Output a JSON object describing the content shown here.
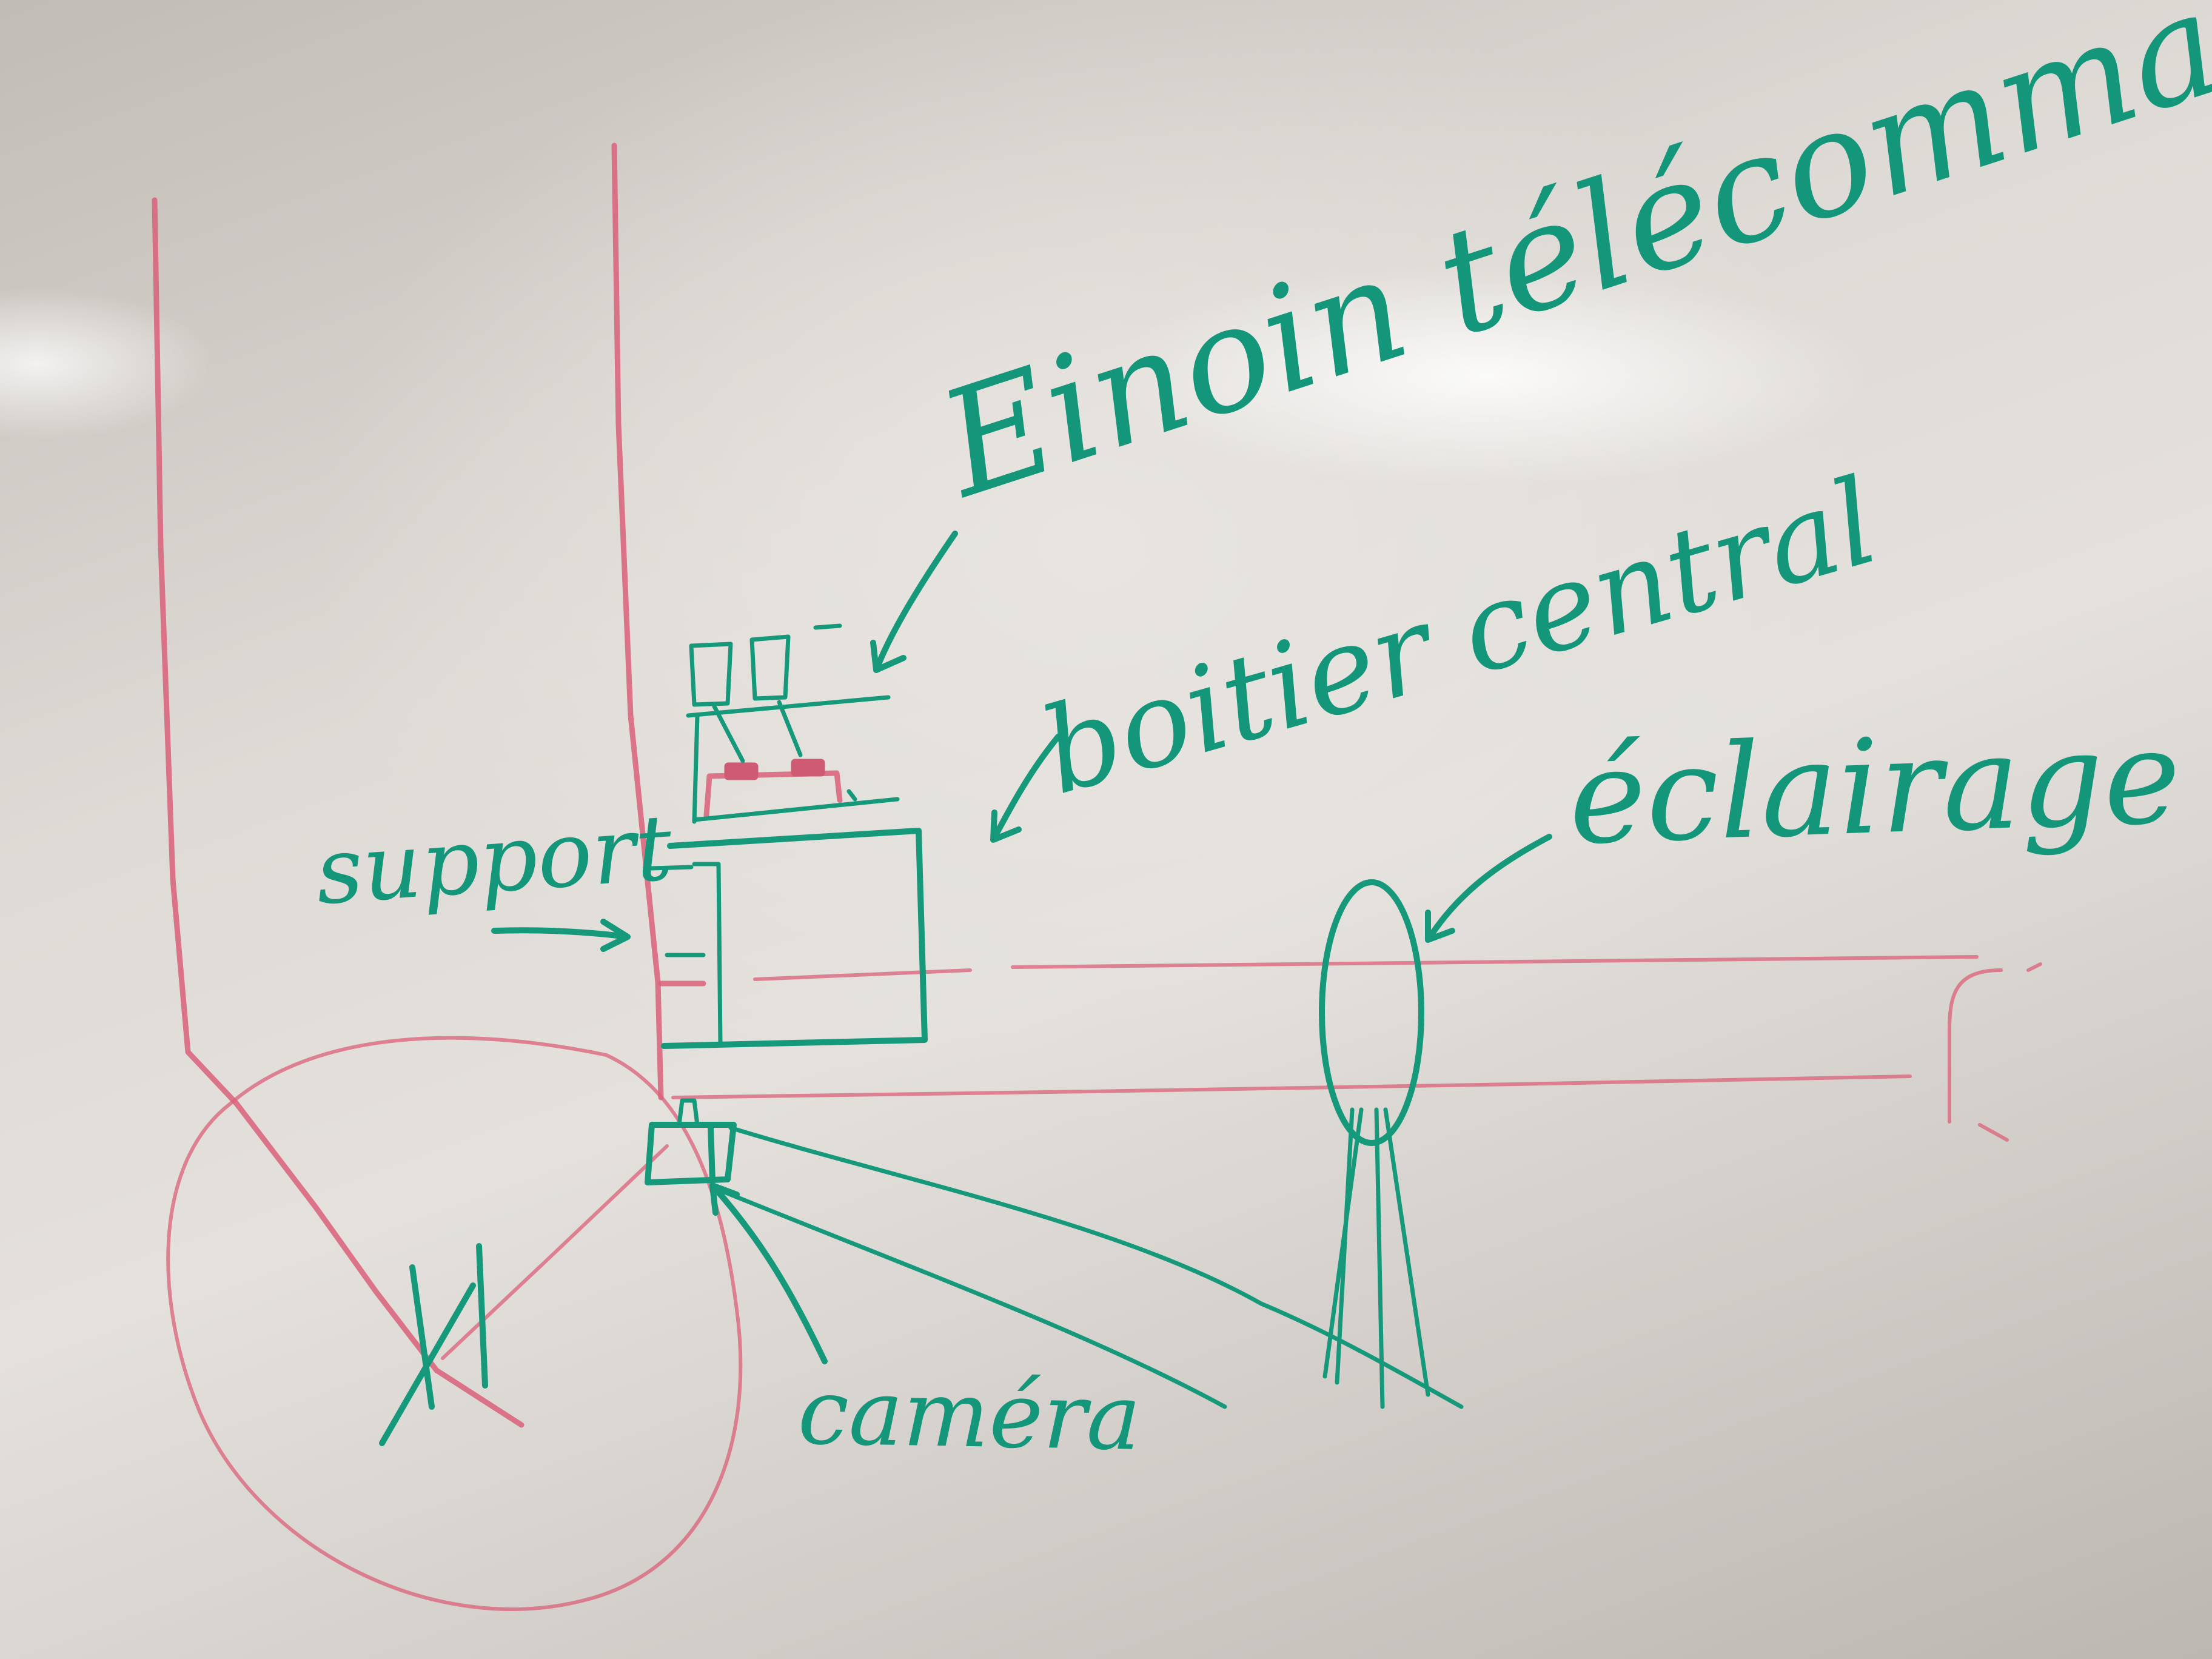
{
  "labels": {
    "remote": "Einoin télécommande",
    "central_box": "boitier central",
    "lighting": "éclairage",
    "support": "support",
    "camera": "caméra"
  },
  "colors": {
    "board": "#dedad5",
    "red_marker": "#d9607a",
    "green_marker": "#16987a"
  }
}
